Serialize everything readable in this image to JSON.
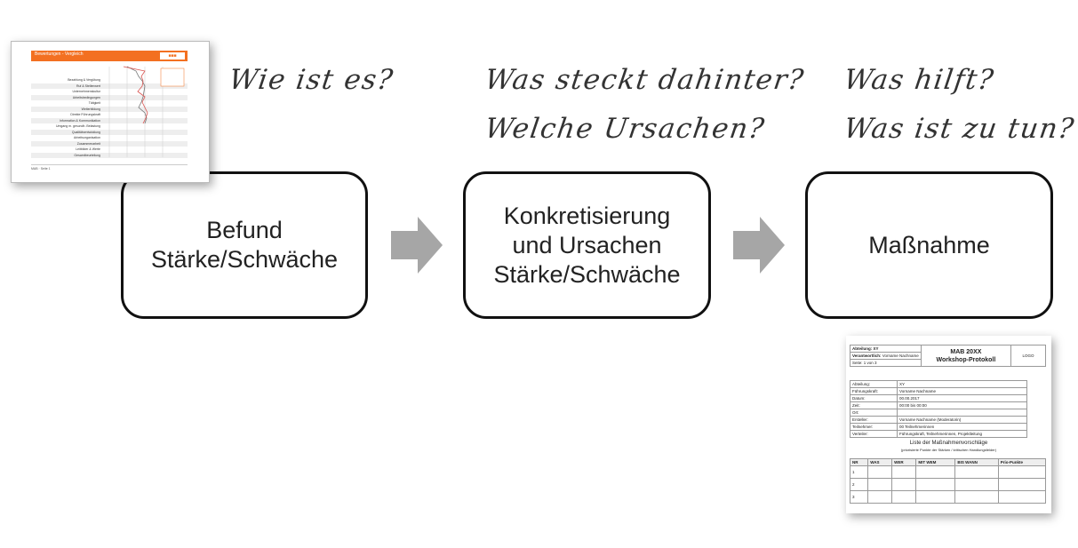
{
  "questions": {
    "q1": "Wie ist es?",
    "q2_line1": "Was steckt dahinter?",
    "q2_line2": "Welche Ursachen?",
    "q3_line1": "Was hilft?",
    "q3_line2": "Was ist zu tun?"
  },
  "boxes": {
    "b1_line1": "Befund",
    "b1_line2": "Stärke/Schwäche",
    "b2_line1": "Konkretisierung",
    "b2_line2": "und Ursachen",
    "b2_line3": "Stärke/Schwäche",
    "b3_line1": "Maßnahme"
  },
  "colors": {
    "arrow": "#a6a6a6",
    "box_border": "#111111",
    "accent": "#f37021"
  },
  "thumb_chart": {
    "title": "Bewertungen - Vergleich",
    "rows": [
      "Bezahlung & Vergütung",
      "Ruf & Stellenwert",
      "Unternehmenskultur",
      "Arbeitsbedingungen",
      "Tätigkeit",
      "Weiterbildung",
      "Direkte Führungskraft",
      "Information & Kommunikation",
      "Umgang m. gesundh. Belastung",
      "Qualitätsentwicklung",
      "Arbeitsorganisation",
      "Zusammenarbeit",
      "Leitbilder & Werte",
      "Gesamtbeurteilung"
    ]
  },
  "thumb_protocol": {
    "abteilung": "Abteilung: XY",
    "verantwortlich": "Verantwortlich:",
    "verantwortlich_name": "Vorname Nachname",
    "seite": "Seite: 1 von 3",
    "title1": "MAB 20XX",
    "title2": "Workshop-Protokoll",
    "logo": "LOGO",
    "fields": [
      {
        "k": "Abteilung:",
        "v": "XY"
      },
      {
        "k": "Führungskraft:",
        "v": "Vorname Nachname"
      },
      {
        "k": "Datum:",
        "v": "00.00.2017"
      },
      {
        "k": "Zeit:",
        "v": "00:00 bis 00:00"
      },
      {
        "k": "Ort:",
        "v": ""
      },
      {
        "k": "Ersteller:",
        "v": "Vorname Nachname (Moderatorin)"
      },
      {
        "k": "Teilnehmer:",
        "v": "00 Teilnehmerinnen"
      },
      {
        "k": "Verteiler:",
        "v": "Führungskraft, Teilnehmerinnen, Projektleitung"
      }
    ],
    "list_title": "Liste der Maßnahmenvorschläge",
    "list_subtitle": "(priorisierte Punkte der Stärken / kritischen Handlungsfelder)",
    "cols": [
      "NR",
      "WAS",
      "WER",
      "MIT WEM",
      "BIS WANN",
      "Prio-Punkte"
    ],
    "nums": [
      "1",
      "2",
      "3"
    ]
  }
}
